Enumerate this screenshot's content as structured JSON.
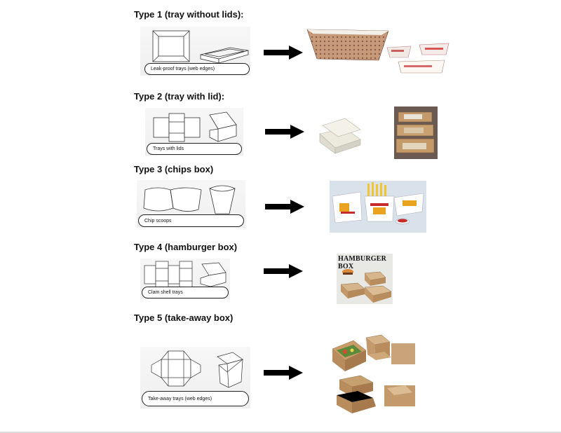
{
  "types": [
    {
      "title": "Type 1 (tray without lids):",
      "label": "Leak-proof trays (web edges)"
    },
    {
      "title": "Type 2 (tray with lid):",
      "label": "Trays with lids"
    },
    {
      "title": "Type 3 (chips box)",
      "label": "Chip scoops"
    },
    {
      "title": "Type 4 (hamburger box)",
      "label": "Clam shell trays"
    },
    {
      "title": "Type 5 (take-away box)",
      "label": "Take-away trays (web edges)"
    }
  ],
  "photo_text": {
    "hamburger_box": "HAMBURGER BOX"
  },
  "colors": {
    "arrow": "#000000",
    "kraft": "#c9a27a",
    "kraft_dark": "#9c7650",
    "white_box": "#f1efe8"
  }
}
